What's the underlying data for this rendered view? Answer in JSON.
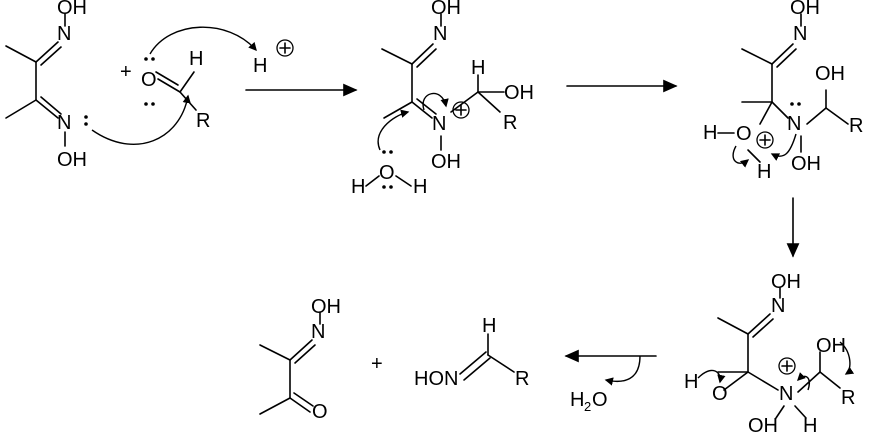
{
  "labels": {
    "oh": "OH",
    "n": "N",
    "o": "O",
    "h": "H",
    "r": "R",
    "plus": "+",
    "hon": "HON",
    "h2": "H",
    "h2_sub": "2",
    "h2_o": "O",
    "charge_plus": "+"
  }
}
